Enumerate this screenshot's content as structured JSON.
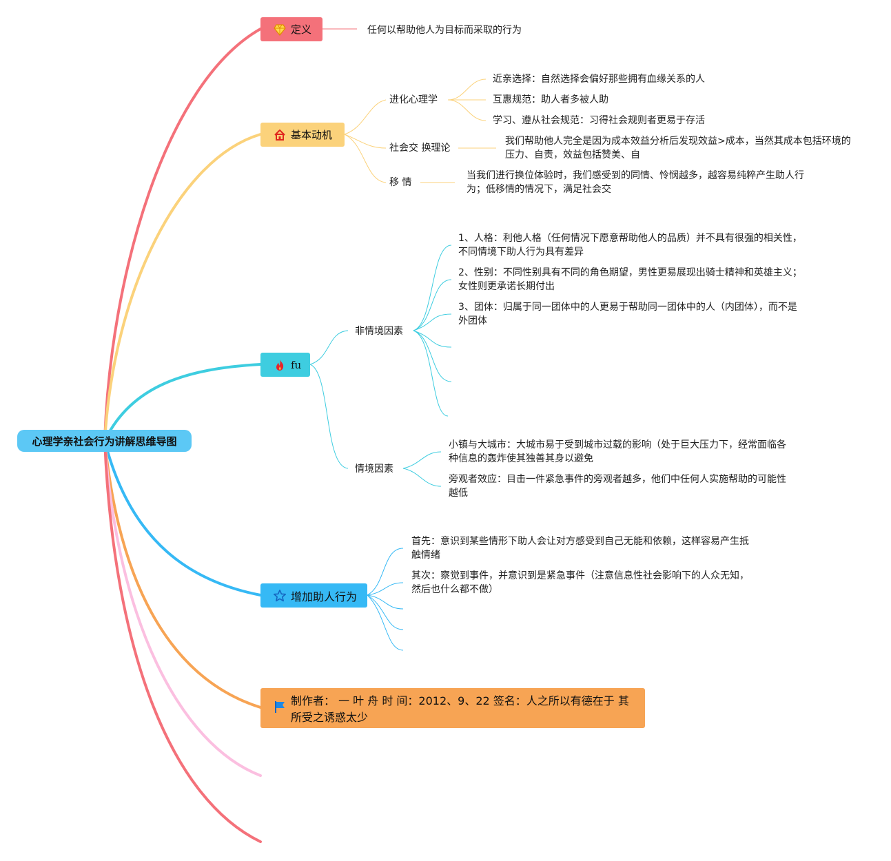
{
  "root": {
    "label": "心理学亲社会行为讲解思维导图"
  },
  "definition": {
    "label": "定义",
    "icon": "diamond-icon",
    "text": "任何以帮助他人为目标而采取的行为"
  },
  "motivation": {
    "label": "基本动机",
    "icon": "house-icon",
    "evolution": {
      "label": "进化心理学",
      "items": [
        "近亲选择：自然选择会偏好那些拥有血缘关系的人",
        "互惠规范：助人者多被人助",
        "学习、遵从社会规范：习得社会规则者更易于存活"
      ]
    },
    "social_exchange": {
      "label": "社会交 换理论",
      "text": "我们帮助他人完全是因为成本效益分析后发现效益>成本，当然其成本包括环境的压力、自责，效益包括赞美、自"
    },
    "empathy": {
      "label": "移 情",
      "text": "当我们进行换位体验时，我们感受到的同情、怜悯越多，越容易纯粹产生助人行为；低移情的情况下，满足社会交"
    }
  },
  "factors": {
    "label": "fu",
    "icon": "fire-icon",
    "non_situational": {
      "label": "非情境因素",
      "items": [
        "1、人格：利他人格（任何情况下愿意帮助他人的品质）并不具有很强的相关性，不同情境下助人行为具有差异",
        "2、性别：不同性别具有不同的角色期望，男性更易展现出骑士精神和英雄主义；女性则更承诺长期付出",
        "3、团体：归属于同一团体中的人更易于帮助同一团体中的人（内团体），而不是外团体"
      ]
    },
    "situational": {
      "label": "情境因素",
      "items": [
        "小镇与大城市：大城市易于受到城市过载的影响（处于巨大压力下，经常面临各种信息的轰炸使其独善其身以避免",
        "旁观者效应：目击一件紧急事件的旁观者越多，他们中任何人实施帮助的可能性越低"
      ]
    }
  },
  "increase": {
    "label": "增加助人行为",
    "icon": "star-icon",
    "items": [
      "首先：意识到某些情形下助人会让对方感受到自己无能和依赖，这样容易产生抵触情绪",
      "其次：察觉到事件，并意识到是紧急事件（注意信息性社会影响下的人众无知，然后也什么都不做）"
    ]
  },
  "author": {
    "icon": "flag-icon",
    "text": "制作者： 一 叶 舟 时 间：2012、9、22 签名：人之所以有德在于 其所受之诱惑太少"
  },
  "colors": {
    "definition": "#f4717a",
    "motivation": "#fbd27b",
    "factors": "#3ecde0",
    "increase": "#36b9f5",
    "author": "#f7a454",
    "extra1": "#fbbfe0",
    "extra2": "#f4717a",
    "root": "#5cc8f5"
  }
}
